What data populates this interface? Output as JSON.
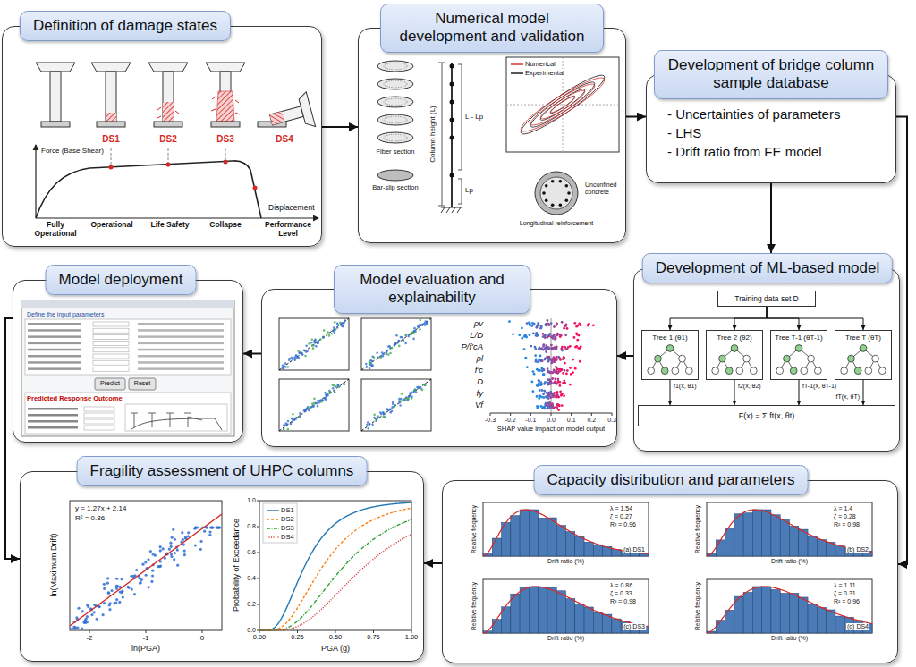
{
  "diagram": {
    "nodes": [
      {
        "text": [
          "Definition of damage states"
        ]
      },
      {
        "text": [
          "Numerical model development and validation"
        ]
      },
      {
        "text": [
          "Development of bridge column sample database",
          "- Uncertainties of parameters",
          "- LHS",
          "- Drift ratio from FE model"
        ]
      },
      {
        "text": [
          "Model deployment"
        ]
      },
      {
        "text": [
          "Model evaluation and explainability"
        ]
      },
      {
        "text": [
          "Development of ML-based model"
        ]
      },
      {
        "text": [
          "Fragility assessment of UHPC columns"
        ]
      },
      {
        "text": [
          "Capacity distribution and parameters"
        ]
      },
      {
        "text": [
          "Training data set D"
        ],
        "in": 5
      },
      {
        "text": [
          "Tree 1 (θ1)"
        ],
        "in": 5
      },
      {
        "text": [
          "Tree 2 (θ2)"
        ],
        "in": 5
      },
      {
        "text": [
          "Tree T-1 (θT-1)"
        ],
        "in": 5
      },
      {
        "text": [
          "Tree T (θT)"
        ],
        "in": 5
      },
      {
        "text": [
          "F(x) = Σ ft(x, θt)"
        ],
        "in": 5
      }
    ],
    "edges": [
      {
        "from": 0,
        "to": 1,
        "arrow": "to"
      },
      {
        "from": 1,
        "to": 2,
        "arrow": "to"
      },
      {
        "from": 2,
        "to": 5,
        "arrow": "to"
      },
      {
        "from": 5,
        "to": 4,
        "arrow": "to"
      },
      {
        "from": 4,
        "to": 3,
        "arrow": "to"
      },
      {
        "from": 3,
        "to": 6,
        "arrow": "to"
      },
      {
        "from": 2,
        "to": 7,
        "arrow": "to"
      },
      {
        "from": 7,
        "to": 6,
        "arrow": "to"
      },
      {
        "from": 8,
        "to": 9,
        "arrow": "to"
      },
      {
        "from": 8,
        "to": 10,
        "arrow": "to"
      },
      {
        "from": 8,
        "to": 11,
        "arrow": "to"
      },
      {
        "from": 8,
        "to": 12,
        "arrow": "to"
      },
      {
        "from": 9,
        "to": 13,
        "arrow": "to"
      },
      {
        "from": 10,
        "to": 13,
        "arrow": "to"
      },
      {
        "from": 11,
        "to": 13,
        "arrow": "to"
      },
      {
        "from": 12,
        "to": 13,
        "arrow": "to"
      }
    ],
    "labels": [
      "DS1",
      "DS2",
      "DS3",
      "DS4",
      "Force (Base Shear)",
      "Displacement",
      "Fully Operational",
      "Operational",
      "Life Safety",
      "Collapse",
      "Performance Level",
      "Fiber section",
      "Bar-slip section",
      "Column height (L)",
      "L - Lp",
      "Lp",
      "Unconfined concrete",
      "Longitudinal reinforcement",
      "f1(x, θ1)",
      "f2(x, θ2)",
      "fT-1(x, θT-1)",
      "fT(x, θT)",
      "ρv",
      "L/D",
      "P/f'cA",
      "ρl",
      "f'c",
      "D",
      "fy",
      "Vf",
      "-0.3",
      "-0.2",
      "-0.1",
      "0.0",
      "0.1",
      "0.2",
      "0.3",
      "SHAP value impact on model output",
      "Define the input parameters",
      "Predict",
      "Reset",
      "Predicted Response Outcome",
      "y = 1.27x + 2.14",
      "R² = 0.86",
      "ln(Maximum Drift)",
      "ln(PGA)",
      "-2",
      "-1",
      "0",
      "Probability of Exceedance",
      "PGA (g)",
      "0.00",
      "0.25",
      "0.50",
      "0.75",
      "1.00",
      "0.0",
      "0.2",
      "0.4",
      "0.6",
      "0.8",
      "1.0",
      "λ = 1.54",
      "ζ = 0.27",
      "R² = 0.96",
      "(a) DS1",
      "Drift ratio (%)",
      "Relative frequency",
      "λ = 1.4",
      "ζ = 0.28",
      "R² = 0.98",
      "(b) DS2",
      "Drift ratio (%)",
      "Relative frequency",
      "λ = 0.86",
      "ζ = 0.33",
      "R² = 0.98",
      "(c) DS3",
      "Drift ratio (%)",
      "Relative frequency",
      "λ = 1.11",
      "ζ = 0.31",
      "R² = 0.96",
      "(d) DS4",
      "Drift ratio (%)",
      "Relative frequency"
    ],
    "legend": [
      {
        "text": "Numerical"
      },
      {
        "text": "Experimental"
      },
      {
        "text": "DS1"
      },
      {
        "text": "DS2"
      },
      {
        "text": "DS3"
      },
      {
        "text": "DS4"
      }
    ]
  }
}
